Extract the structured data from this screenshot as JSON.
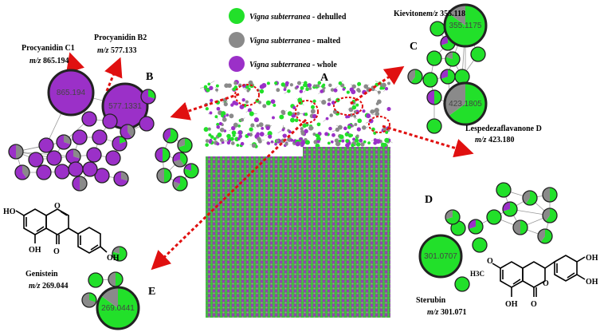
{
  "legend": [
    {
      "species": "Vigna subterranea",
      "suffix": " - dehulled",
      "color": "#22e02a"
    },
    {
      "species": "Vigna subterranea",
      "suffix": " - malted",
      "color": "#8a8a8a"
    },
    {
      "species": "Vigna subterranea",
      "suffix": " - whole",
      "color": "#9b30c8"
    }
  ],
  "panels": {
    "a": "A",
    "b": "B",
    "c": "C",
    "d": "D",
    "e": "E"
  },
  "compounds": {
    "procyanidin_c1": {
      "name": "Procyanidin  C1",
      "mz_prefix": "m/z",
      "mz": "865.194"
    },
    "procyanidin_b2": {
      "name": "Procyanidin  B2",
      "mz_prefix": "m/z",
      "mz": "577.133"
    },
    "kievitone": {
      "name": "Kievitone",
      "mz_prefix": "m/z",
      "mz": "355.118"
    },
    "lespedezaflavanone": {
      "name": "Lespedezaflavanone  D",
      "mz_prefix": "m/z",
      "mz": "423.180"
    },
    "genistein": {
      "name": "Genistein",
      "mz_prefix": "m/z",
      "mz": "269.044"
    },
    "sterubin": {
      "name": "Sterubin",
      "mz_prefix": "m/z",
      "mz": "301.071"
    }
  },
  "node_values": {
    "n865": "865.194",
    "n577": "577.1331",
    "n355": "355.1175",
    "n423": "423.1805",
    "n301": "301.0707",
    "n269": "269.0441"
  },
  "structures": {
    "genistein": {
      "ho_top": "HO",
      "oh_bottom": "OH",
      "oh_right": "OH",
      "o_ring": "O",
      "o_keto": "O"
    },
    "sterubin": {
      "oh1": "OH",
      "oh2": "OH",
      "oh_bottom": "OH",
      "methoxy": "O",
      "methyl": "H3C",
      "o_keto": "O",
      "o_ring": "O"
    }
  },
  "colors": {
    "dehulled": "#22e02a",
    "malted": "#8a8a8a",
    "whole": "#9b30c8",
    "arrow": "#e01010"
  }
}
